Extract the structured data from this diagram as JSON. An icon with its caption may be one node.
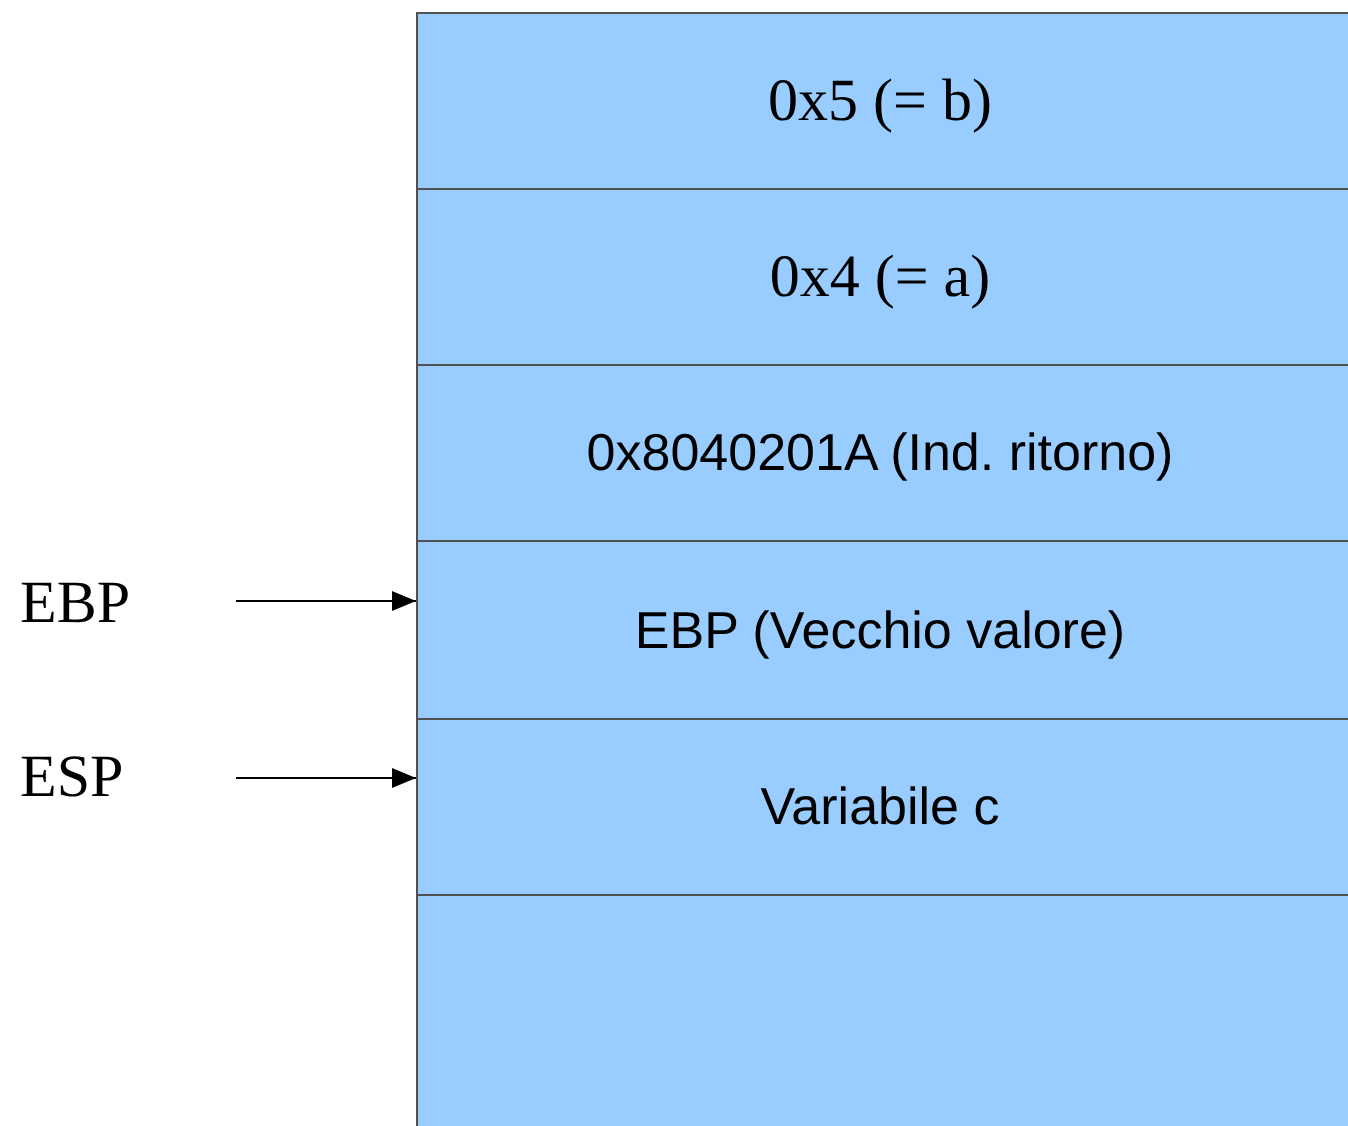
{
  "diagram": {
    "nodes": [
      {
        "text": [
          "0x5 (= b)"
        ]
      },
      {
        "text": [
          "0x4 (= a)"
        ]
      },
      {
        "text": [
          "0x8040201A (Ind. ritorno)"
        ]
      },
      {
        "text": [
          "EBP (Vecchio valore)"
        ]
      },
      {
        "text": [
          "Variabile c"
        ]
      },
      {
        "text": [],
        "shape": "box"
      },
      {
        "text": [
          "EBP"
        ]
      },
      {
        "text": [
          "ESP"
        ]
      }
    ],
    "edges": [
      {
        "from": 6,
        "to": 3,
        "arrow": "to"
      },
      {
        "from": 7,
        "to": 4,
        "arrow": "to"
      }
    ]
  }
}
